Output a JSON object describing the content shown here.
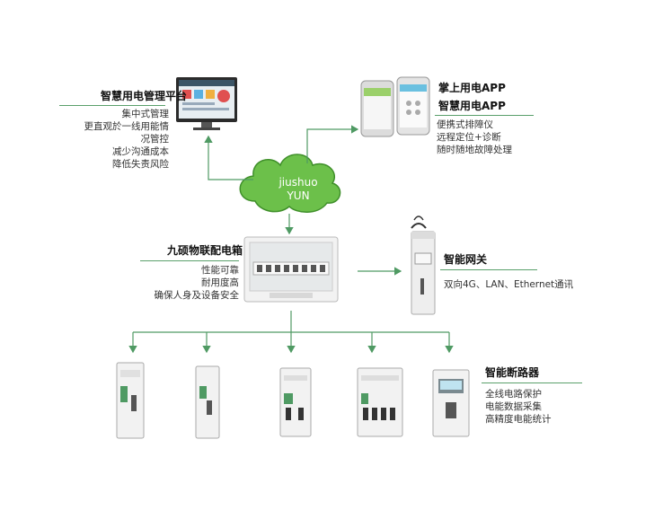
{
  "platform": {
    "title": "智慧用电管理平台",
    "lines": [
      "集中式管理",
      "更直观於一线用能情",
      "况管控",
      "减少沟通成本",
      "降低失责风险"
    ]
  },
  "app": {
    "titles": [
      "掌上用电APP",
      "智慧用电APP"
    ],
    "lines": [
      "便携式排障仪",
      "远程定位+诊断",
      "随时随地故障处理"
    ]
  },
  "cloud": {
    "line1": "jiushuo",
    "line2": "YUN"
  },
  "distribution_box": {
    "title": "九硕物联配电箱",
    "lines": [
      "性能可靠",
      "耐用度高",
      "确保人身及设备安全"
    ]
  },
  "gateway": {
    "title": "智能网关",
    "lines": [
      "双向4G、LAN、Ethernet通讯"
    ]
  },
  "breaker": {
    "title": "智能断路器",
    "lines": [
      "全线电路保护",
      "电能数据采集",
      "高精度电能统计"
    ]
  },
  "colors": {
    "accent_green": "#4f9a63",
    "cloud_green": "#6cc04a",
    "device_white": "#f2f2f2"
  },
  "icons": [
    "monitor-icon",
    "phones-icon",
    "cloud-icon",
    "distribution-box-icon",
    "gateway-icon",
    "wifi-icon",
    "breaker-icons"
  ]
}
